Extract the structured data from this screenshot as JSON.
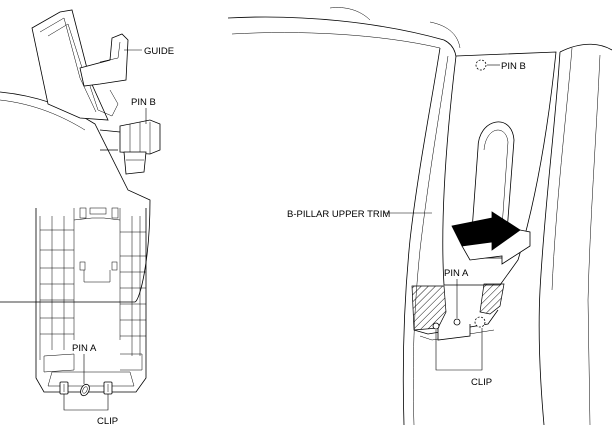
{
  "labels": {
    "guide": "GUIDE",
    "pin_b_left": "PIN B",
    "pin_a_left": "PIN A",
    "clip_left": "CLIP",
    "pin_b_right": "PIN B",
    "b_pillar_upper_trim": "B-PILLAR UPPER TRIM",
    "pin_a_right": "PIN A",
    "clip_right": "CLIP"
  }
}
